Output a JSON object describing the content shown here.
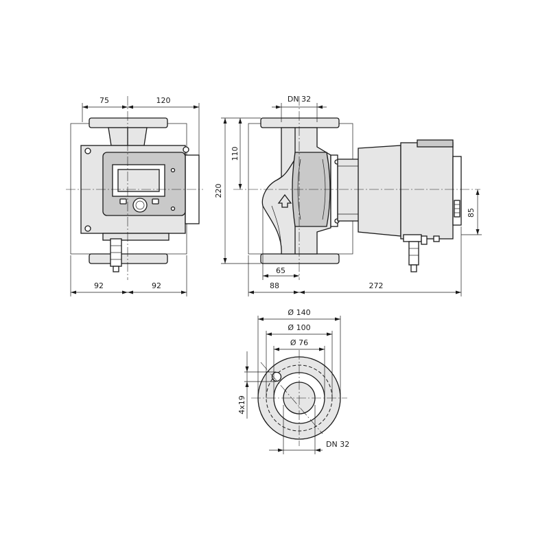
{
  "views": {
    "front": {
      "dim_top_left": "75",
      "dim_top_right": "120",
      "dim_bottom_left": "92",
      "dim_bottom_right": "92"
    },
    "side": {
      "dim_dn_top": "DN 32",
      "dim_flange_to_axis": "110",
      "dim_total_height": "220",
      "dim_axis_to_box": "85",
      "dim_inlet_65": "65",
      "dim_inlet_88": "88",
      "dim_length": "272"
    },
    "flange": {
      "dia_outer": "Ø 140",
      "dia_bolt": "Ø 100",
      "dia_inner": "Ø 76",
      "holes": "4x19",
      "dn_bottom": "DN 32"
    }
  }
}
